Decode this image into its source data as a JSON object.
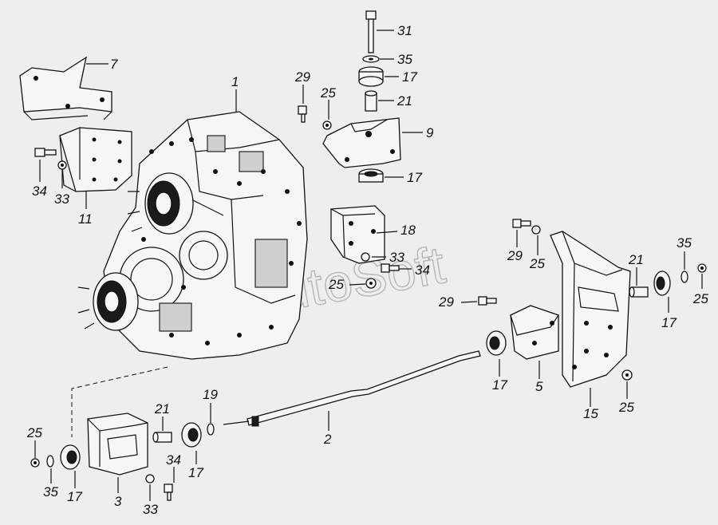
{
  "watermark": "AutoSoft",
  "callouts": [
    {
      "id": "label-1",
      "text": "1"
    },
    {
      "id": "label-7",
      "text": "7"
    },
    {
      "id": "label-34-left",
      "text": "34"
    },
    {
      "id": "label-33-left",
      "text": "33"
    },
    {
      "id": "label-11",
      "text": "11"
    },
    {
      "id": "label-29-top",
      "text": "29"
    },
    {
      "id": "label-25-top",
      "text": "25"
    },
    {
      "id": "label-31",
      "text": "31"
    },
    {
      "id": "label-35-top",
      "text": "35"
    },
    {
      "id": "label-17-top",
      "text": "17"
    },
    {
      "id": "label-21-top",
      "text": "21"
    },
    {
      "id": "label-9",
      "text": "9"
    },
    {
      "id": "label-17-mid",
      "text": "17"
    },
    {
      "id": "label-18",
      "text": "18"
    },
    {
      "id": "label-33-mid",
      "text": "33"
    },
    {
      "id": "label-34-mid",
      "text": "34"
    },
    {
      "id": "label-25-mid",
      "text": "25"
    },
    {
      "id": "label-29-right",
      "text": "29"
    },
    {
      "id": "label-25-right",
      "text": "25"
    },
    {
      "id": "label-21-right",
      "text": "21"
    },
    {
      "id": "label-35-right",
      "text": "35"
    },
    {
      "id": "label-25-far-right",
      "text": "25"
    },
    {
      "id": "label-17-right",
      "text": "17"
    },
    {
      "id": "label-29-center",
      "text": "29"
    },
    {
      "id": "label-17-bracket5",
      "text": "17"
    },
    {
      "id": "label-5",
      "text": "5"
    },
    {
      "id": "label-15",
      "text": "15"
    },
    {
      "id": "label-25-bottom-right",
      "text": "25"
    },
    {
      "id": "label-2",
      "text": "2"
    },
    {
      "id": "label-19",
      "text": "19"
    },
    {
      "id": "label-21-bottom",
      "text": "21"
    },
    {
      "id": "label-34-bottom",
      "text": "34"
    },
    {
      "id": "label-17-bottom",
      "text": "17"
    },
    {
      "id": "label-25-bottom-left",
      "text": "25"
    },
    {
      "id": "label-35-bottom",
      "text": "35"
    },
    {
      "id": "label-17-bottom-left",
      "text": "17"
    },
    {
      "id": "label-3",
      "text": "3"
    },
    {
      "id": "label-33-bottom",
      "text": "33"
    }
  ]
}
